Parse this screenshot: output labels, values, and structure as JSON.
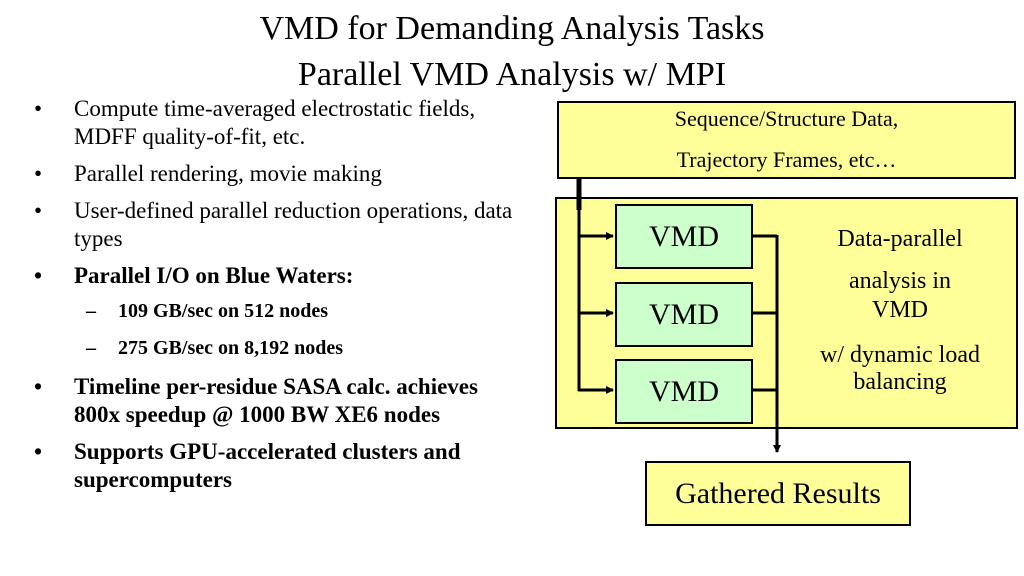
{
  "title": {
    "line1": "VMD for Demanding Analysis Tasks",
    "line2": "Parallel VMD Analysis w/ MPI"
  },
  "bullets": [
    {
      "text": "Compute time-averaged electrostatic fields, MDFF quality-of-fit, etc.",
      "bold": false
    },
    {
      "text": "Parallel rendering, movie making",
      "bold": false
    },
    {
      "text": "User-defined parallel reduction operations, data types",
      "bold": false
    },
    {
      "text": "Parallel I/O on Blue Waters:",
      "bold": true
    },
    {
      "text": "109 GB/sec on 512 nodes",
      "bold": true,
      "sub": true
    },
    {
      "text": "275 GB/sec on 8,192 nodes",
      "bold": true,
      "sub": true
    },
    {
      "text": "Timeline per-residue SASA calc. achieves 800x speedup @ 1000 BW XE6 nodes",
      "bold": true
    },
    {
      "text": "Supports GPU-accelerated clusters and supercomputers",
      "bold": true
    }
  ],
  "bullet_marker": "•",
  "sub_marker": "–",
  "diagram": {
    "input_line1": "Sequence/Structure Data,",
    "input_line2": "Trajectory Frames, etc…",
    "workers": [
      "VMD",
      "VMD",
      "VMD"
    ],
    "parallel_text": [
      "Data-parallel",
      "analysis in",
      "VMD",
      "w/ dynamic load",
      "balancing"
    ],
    "output_label": "Gathered Results"
  },
  "colors": {
    "box_fill": "#ffff99",
    "worker_fill": "#ccffcc",
    "line": "#000000"
  }
}
